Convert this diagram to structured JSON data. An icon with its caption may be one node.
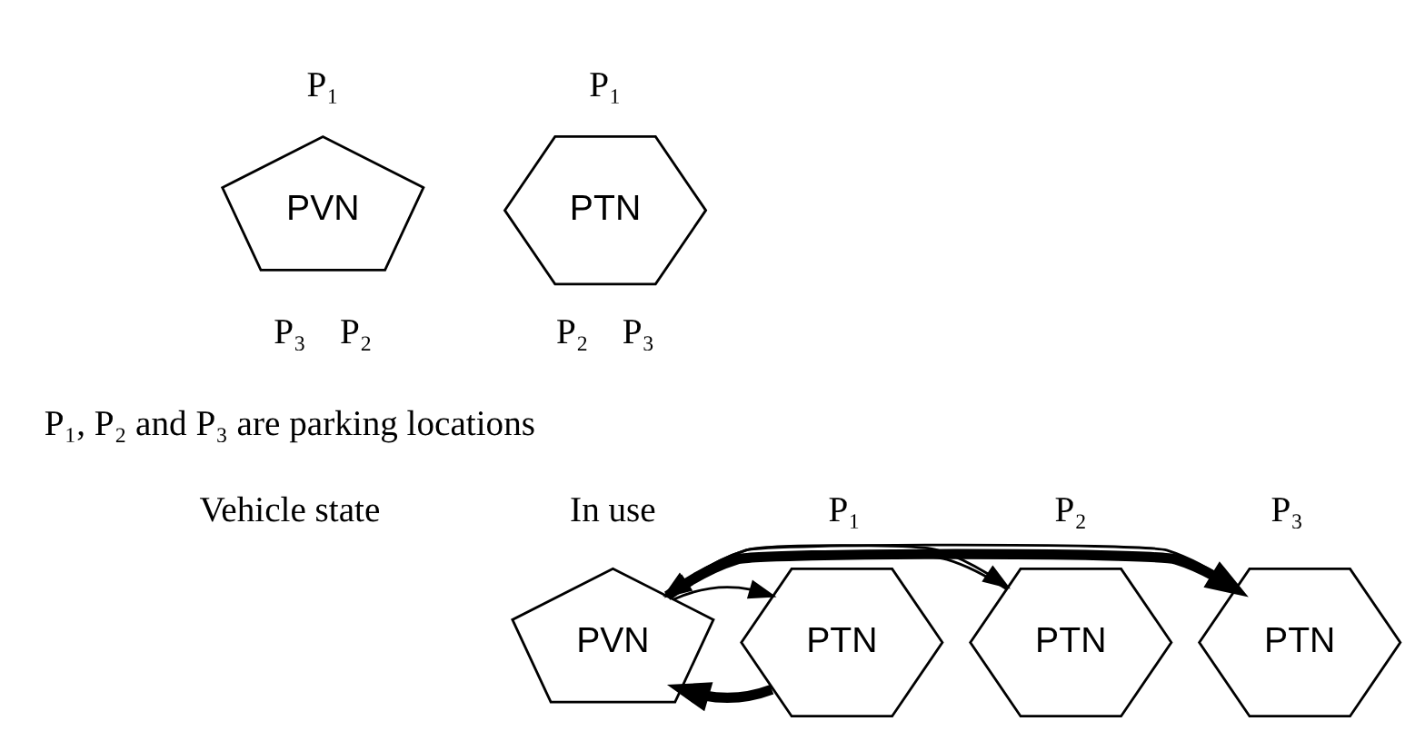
{
  "diagram": {
    "nodes": [
      {
        "text": [
          "PVN"
        ],
        "beside": [
          "P₁",
          "P₃",
          "P₂"
        ]
      },
      {
        "text": [
          "PTN"
        ],
        "beside": [
          "P₁",
          "P₂",
          "P₃"
        ]
      },
      {
        "text": [
          "PVN"
        ],
        "beside": [
          "In use"
        ]
      },
      {
        "text": [
          "PTN"
        ],
        "beside": [
          "P₁"
        ]
      },
      {
        "text": [
          "PTN"
        ],
        "beside": [
          "P₂"
        ]
      },
      {
        "text": [
          "PTN"
        ],
        "beside": [
          "P₃"
        ]
      }
    ],
    "edges": [
      {
        "from": 3,
        "to": 2,
        "arrow": "to",
        "style": "thick"
      },
      {
        "from": 2,
        "to": 3,
        "arrow": "to"
      },
      {
        "from": 4,
        "to": 2,
        "arrow": "to"
      },
      {
        "from": 2,
        "to": 4,
        "arrow": "to"
      },
      {
        "from": 2,
        "to": 5,
        "arrow": "to",
        "style": "thick"
      },
      {
        "from": 5,
        "to": 2,
        "arrow": "to"
      }
    ],
    "labels": [
      "P₁, P₂ and P₃ are parking locations",
      "Vehicle state"
    ]
  }
}
